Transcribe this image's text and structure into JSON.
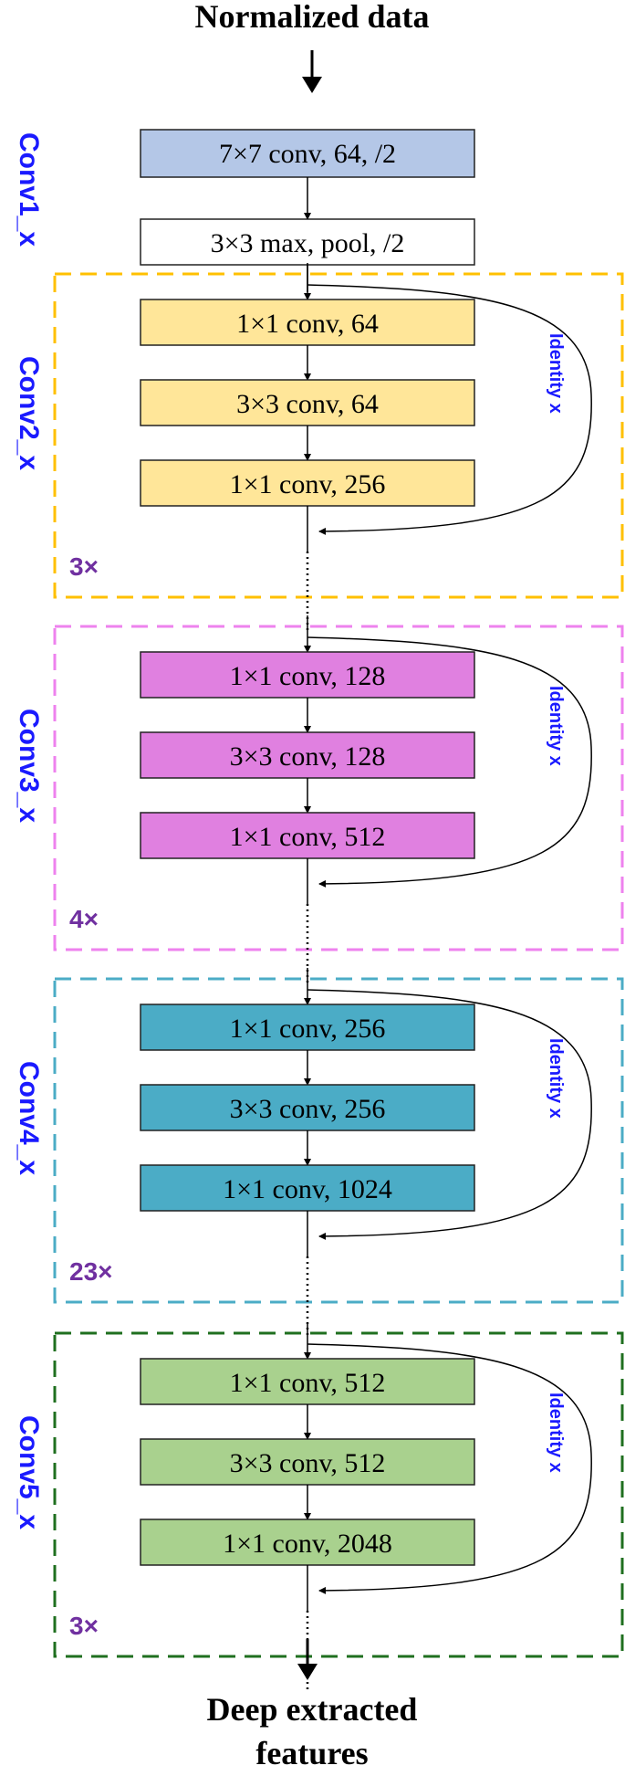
{
  "input_label": "Normalized data",
  "output_label_line1": "Deep extracted",
  "output_label_line2": "features",
  "stem": {
    "name": "Conv1_x",
    "conv": {
      "label": "7×7 conv, 64, /2",
      "color": "#b4c7e7"
    },
    "pool": {
      "label": "3×3 max, pool, /2",
      "color": "#ffffff"
    }
  },
  "stages": [
    {
      "name": "Conv2_x",
      "repeat": "3×",
      "border_color": "#ffc000",
      "block_color": "#ffe699",
      "repeat_color": "#7030a0",
      "identity_label": "Identity x",
      "layers": [
        "1×1 conv, 64",
        "3×3 conv, 64",
        "1×1 conv, 256"
      ]
    },
    {
      "name": "Conv3_x",
      "repeat": "4×",
      "border_color": "#ee82ee",
      "block_color": "#e080e0",
      "repeat_color": "#7030a0",
      "identity_label": "Identity x",
      "layers": [
        "1×1 conv, 128",
        "3×3 conv, 128",
        "1×1 conv, 512"
      ]
    },
    {
      "name": "Conv4_x",
      "repeat": "23×",
      "border_color": "#4bacc6",
      "block_color": "#4bacc6",
      "repeat_color": "#7030a0",
      "identity_label": "Identity x",
      "layers": [
        "1×1 conv, 256",
        "3×3 conv, 256",
        "1×1 conv, 1024"
      ]
    },
    {
      "name": "Conv5_x",
      "repeat": "3×",
      "border_color": "#1f6f1f",
      "block_color": "#a9d18e",
      "repeat_color": "#7030a0",
      "identity_label": "Identity x",
      "layers": [
        "1×1 conv, 512",
        "3×3 conv, 512",
        "1×1 conv, 2048"
      ]
    }
  ],
  "colors": {
    "stage_name": "#1a1aff",
    "identity_text": "#1a1aff",
    "line": "#000000",
    "block_border": "#222222"
  }
}
